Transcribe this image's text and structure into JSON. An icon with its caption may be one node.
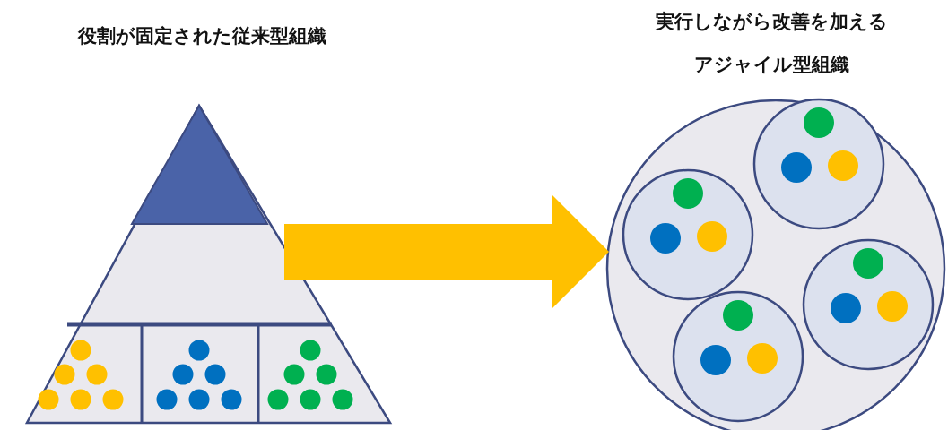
{
  "diagram": {
    "nodes": [
      {
        "text": [
          "役割が固定された従来型組織"
        ]
      },
      {
        "text": [
          "実行しながら改善を加えるアジャイル型組織"
        ]
      }
    ],
    "edges": [
      {
        "from": 0,
        "to": 1,
        "arrow": "to"
      }
    ]
  }
}
